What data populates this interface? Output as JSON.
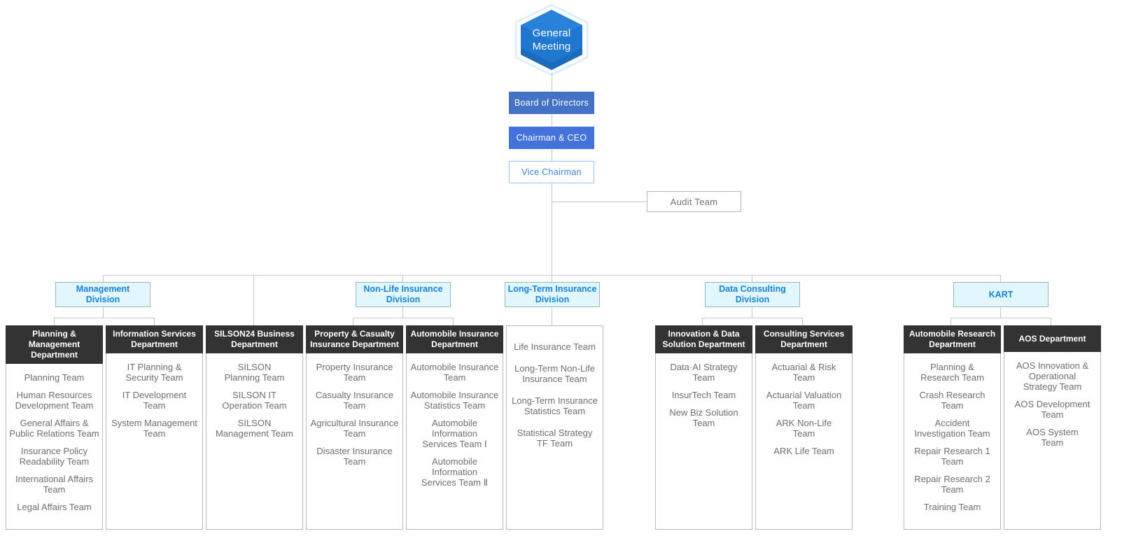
{
  "top": {
    "general_meeting_line1": "General",
    "general_meeting_line2": "Meeting",
    "board_of_directors": "Board of Directors",
    "chairman_ceo": "Chairman & CEO",
    "vice_chairman": "Vice Chairman",
    "audit_team": "Audit Team"
  },
  "divisions": [
    {
      "name": "Management Division",
      "line1": "Management",
      "line2": "Division"
    },
    {
      "name": "Non-Life Insurance Division",
      "line1": "Non-Life Insurance",
      "line2": "Division"
    },
    {
      "name": "Long-Term Insurance Division",
      "line1": "Long-Term Insurance",
      "line2": "Division"
    },
    {
      "name": "Data Consulting Division",
      "line1": "Data Consulting",
      "line2": "Division"
    },
    {
      "name": "KART",
      "line1": "KART",
      "line2": ""
    }
  ],
  "departments": [
    {
      "id": "planning-management",
      "header_line1": "Planning  & Management",
      "header_line2": "Department",
      "teams": [
        "Planning  Team",
        "Human  Resources\nDevelopment  Team",
        "General  Affairs &\nPublic Relations Team",
        "Insurance  Policy\nReadability  Team",
        "International  Affairs\nTeam",
        "Legal Affairs Team"
      ]
    },
    {
      "id": "information-services",
      "header_line1": "Information  Services",
      "header_line2": "Department",
      "teams": [
        "IT Planning &\nSecurity Team",
        "IT Development\nTeam",
        "System Management\nTeam"
      ]
    },
    {
      "id": "silson24-business",
      "header_line1": "SILSON24 Business",
      "header_line2": "Department",
      "teams": [
        "SILSON\nPlanning Team",
        "SILSON  IT\nOperation  Team",
        "SILSON\nManagement Team"
      ]
    },
    {
      "id": "property-casualty",
      "header_line1": "Property & Casualty",
      "header_line2": "Insurance Department",
      "teams": [
        "Property  Insurance\nTeam",
        "Casualty  Insurance\nTeam",
        "Agricultural Insurance\nTeam",
        "Disaster  Insurance\nTeam"
      ]
    },
    {
      "id": "automobile-insurance",
      "header_line1": "Automobile  Insurance",
      "header_line2": "Department",
      "teams": [
        "Automobile Insurance\nTeam",
        "Automobile Insurance\nStatistics  Team",
        "Automobile Information\nServices Team  Ⅰ",
        "Automobile Information\nServices Team  Ⅱ"
      ]
    },
    {
      "id": "long-term-insurance",
      "header_line1": "",
      "header_line2": "",
      "teams": [
        "Life Insurance  Team",
        "Long-Term  Non-Life\nInsurance  Team",
        "Long-Term Insurance\nStatistics  Team",
        "Statistical  Strategy\nTF Team"
      ]
    },
    {
      "id": "innovation-data-solution",
      "header_line1": "Innovation  & Data",
      "header_line2": "Solution  Department",
      "teams": [
        "Data·AI Strategy\nTeam",
        "InsurTech  Team",
        "New  Biz Solution\nTeam"
      ]
    },
    {
      "id": "consulting-services",
      "header_line1": "Consulting  Services",
      "header_line2": "Department",
      "teams": [
        "Actuarial  &  Risk\nTeam",
        "Actuarial  Valuation\nTeam",
        "ARK Non-Life\nTeam",
        "ARK Life Team"
      ]
    },
    {
      "id": "automobile-research",
      "header_line1": "Automobile Research",
      "header_line2": "Department",
      "teams": [
        "Planning &\nResearch  Team",
        "Crash  Research\nTeam",
        "Accident\nInvestigation Team",
        "Repair  Research  1\nTeam",
        "Repair  Research  2\nTeam",
        "Training Team"
      ]
    },
    {
      "id": "aos",
      "header_line1": "AOS Department",
      "header_line2": "",
      "teams": [
        "AOS Innovation &\nOperational\nStrategy  Team",
        "AOS Development\nTeam",
        "AOS System\nTeam"
      ]
    }
  ],
  "colors": {
    "hex_fill": "#1f77d0",
    "board_fill": "#4472c4",
    "ceo_fill": "#4472db",
    "vice_text": "#3f7fe0",
    "division_fill": "#e2f6fd",
    "division_text": "#1683d8",
    "dept_header_fill": "#333333",
    "team_text": "#6f6f6f",
    "line": "#c6c6c6"
  }
}
